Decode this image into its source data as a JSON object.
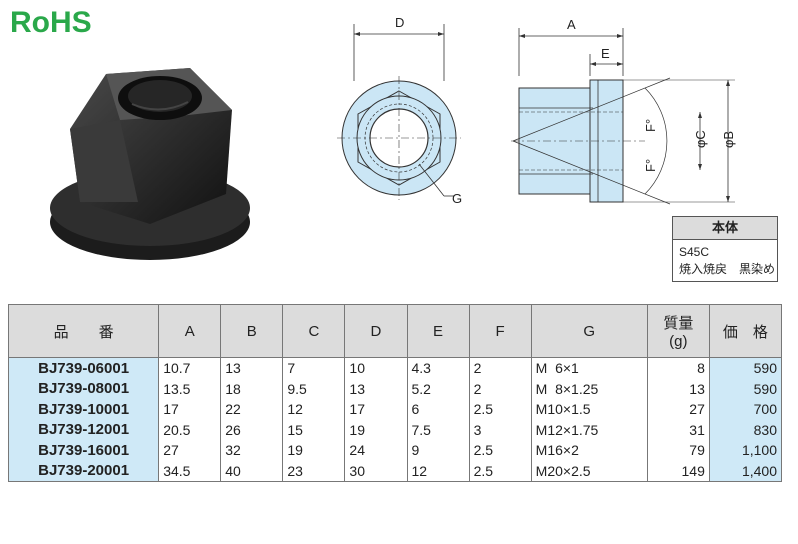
{
  "logo": {
    "text": "RoHS"
  },
  "drawing": {
    "front_labels": {
      "d": "D",
      "g": "G"
    },
    "side_labels": {
      "a": "A",
      "e": "E",
      "c": "φC",
      "b": "φB",
      "f_top": "F°",
      "f_bottom": "F°"
    }
  },
  "material": {
    "header": "本体",
    "line1": "S45C",
    "line2": "焼入焼戻　黒染め"
  },
  "table": {
    "headers": {
      "part": "品　　番",
      "a": "A",
      "b": "B",
      "c": "C",
      "d": "D",
      "e": "E",
      "f": "F",
      "g": "G",
      "mass_line1": "質量",
      "mass_line2": "(g)",
      "price": "価　格"
    },
    "rows": [
      {
        "part": "BJ739-06001",
        "a": "10.7",
        "b": "13",
        "c": "7",
        "d": "10",
        "e": "4.3",
        "f": "2",
        "g": "M  6×1",
        "mass": "8",
        "price": "590"
      },
      {
        "part": "BJ739-08001",
        "a": "13.5",
        "b": "18",
        "c": "9.5",
        "d": "13",
        "e": "5.2",
        "f": "2",
        "g": "M  8×1.25",
        "mass": "13",
        "price": "590"
      },
      {
        "part": "BJ739-10001",
        "a": "17",
        "b": "22",
        "c": "12",
        "d": "17",
        "e": "6",
        "f": "2.5",
        "g": "M10×1.5",
        "mass": "27",
        "price": "700"
      },
      {
        "part": "BJ739-12001",
        "a": "20.5",
        "b": "26",
        "c": "15",
        "d": "19",
        "e": "7.5",
        "f": "3",
        "g": "M12×1.75",
        "mass": "31",
        "price": "830"
      },
      {
        "part": "BJ739-16001",
        "a": "27",
        "b": "32",
        "c": "19",
        "d": "24",
        "e": "9",
        "f": "2.5",
        "g": "M16×2",
        "mass": "79",
        "price": "1,100"
      },
      {
        "part": "BJ739-20001",
        "a": "34.5",
        "b": "40",
        "c": "23",
        "d": "30",
        "e": "12",
        "f": "2.5",
        "g": "M20×2.5",
        "mass": "149",
        "price": "1,400"
      }
    ]
  },
  "colors": {
    "accent_blue": "#cfe9f7",
    "drawing_blue": "#cbe6f5",
    "header_gray": "#dcdcdc",
    "rohs_green": "#2aa84a"
  }
}
